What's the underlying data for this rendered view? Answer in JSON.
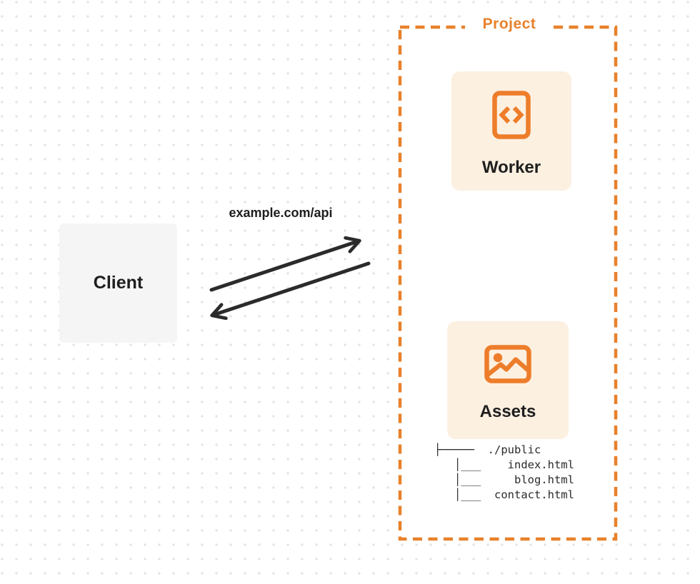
{
  "diagram": {
    "client": {
      "label": "Client"
    },
    "request_label": "example.com/api",
    "project": {
      "title": "Project",
      "worker": {
        "label": "Worker",
        "icon": "code-document-icon"
      },
      "assets": {
        "label": "Assets",
        "icon": "image-icon"
      },
      "file_tree_text": "├─────  ./public\n   │___    index.html\n   │___     blog.html\n   │___  contact.html",
      "file_tree_items": [
        "./public",
        "index.html",
        "blog.html",
        "contact.html"
      ]
    },
    "colors": {
      "accent_orange": "#E8812B",
      "card_background": "#FCF0E1",
      "arrow_dark": "#2B2B2B",
      "client_background": "#F5F5F6",
      "dot_grid": "#E3E3E5"
    }
  }
}
